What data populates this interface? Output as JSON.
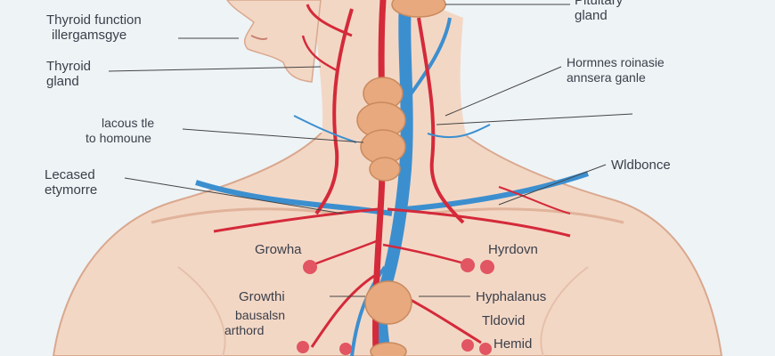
{
  "diagram": {
    "labels": {
      "thyroid_function_1": "Thyroid function",
      "thyroid_function_2": "illergamsgye",
      "thyroid_gland_1": "Thyroid",
      "thyroid_gland_2": "gland",
      "lacous_1": "lacous tle",
      "lacous_2": "to homoune",
      "lecased_1": "Lecased",
      "lecased_2": "etymorre",
      "growha": "Growha",
      "growthi": "Growthi",
      "bausalsn_1": "bausalsn",
      "bausalsn_2": "arthord",
      "pituitary_1": "Pituitary",
      "pituitary_2": "gland",
      "hormones_1": "Hormnes roinasie",
      "hormones_2": "annsera ganle",
      "wldbonce": "Wldbonce",
      "hyrdovn": "Hyrdovn",
      "hyphalanus": "Hyphalanus",
      "tldovid": "Tldovid",
      "hemid": "Hemid"
    },
    "colors": {
      "background": "#eef3f6",
      "skin": "#f3d7c5",
      "skin_shadow": "#e9c2ac",
      "artery": "#d42a3a",
      "vein": "#3c8fcf",
      "gland": "#e7a97d",
      "label_text": "#3a3f4a",
      "leader_line": "#444444"
    }
  }
}
